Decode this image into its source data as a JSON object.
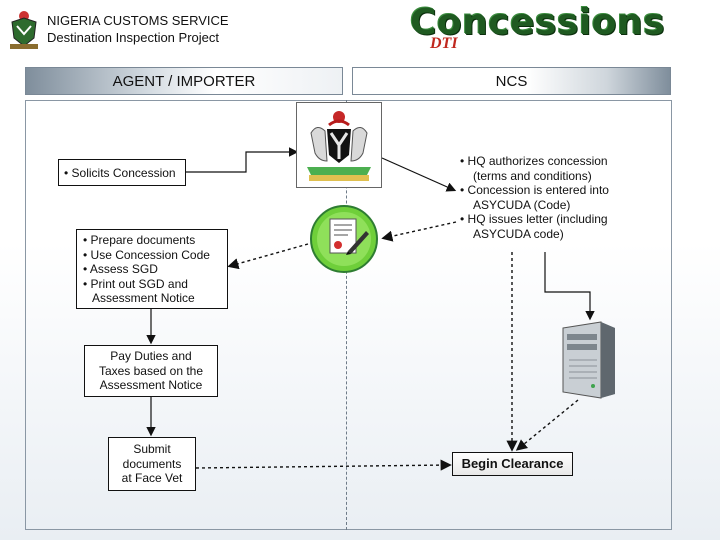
{
  "header": {
    "org_line1": "NIGERIA CUSTOMS SERVICE",
    "org_line2": "Destination Inspection Project",
    "brand_title": "Concessions",
    "brand_subtitle": "DTI"
  },
  "lanes": {
    "left": "AGENT / IMPORTER",
    "right": "NCS"
  },
  "boxes": {
    "solicits": "• Solicits Concession",
    "prepare": [
      "• Prepare documents",
      "• Use Concession Code",
      "• Assess SGD",
      "• Print out SGD and",
      "Assessment Notice"
    ],
    "pay": [
      "Pay Duties and",
      "Taxes based on the",
      "Assessment Notice"
    ],
    "submit": [
      "Submit",
      "documents",
      "at Face Vet"
    ],
    "hq": [
      "• HQ authorizes concession",
      "(terms and conditions)",
      "• Concession is entered into",
      "ASYCUDA (Code)",
      "• HQ issues letter (including",
      "ASYCUDA code)"
    ],
    "begin": "Begin Clearance"
  },
  "icons": {
    "crest": "nigeria-coat-of-arms-icon",
    "certificate": "signed-certificate-icon",
    "server": "server-icon",
    "small_emblem": "customs-emblem-icon"
  },
  "colors": {
    "brand_green": "#1f5a21",
    "brand_red": "#c0281f",
    "cert_green": "#6fcf3a"
  }
}
